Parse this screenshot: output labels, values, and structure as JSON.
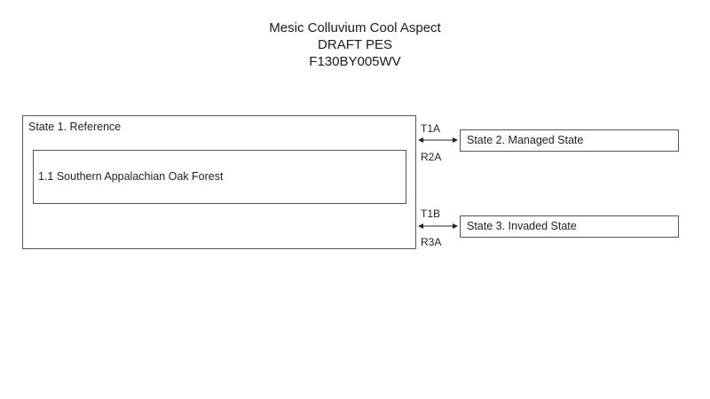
{
  "header": {
    "title": "Mesic Colluvium Cool Aspect",
    "subtitle": "DRAFT PES",
    "code": "F130BY005WV"
  },
  "states": {
    "state1": {
      "label": "State 1. Reference",
      "community": "1.1 Southern Appalachian Oak Forest"
    },
    "state2": {
      "label": "State 2. Managed State"
    },
    "state3": {
      "label": "State 3. Invaded State"
    }
  },
  "transitions": {
    "t1a": "T1A",
    "r2a": "R2A",
    "t1b": "T1B",
    "r3a": "R3A"
  }
}
